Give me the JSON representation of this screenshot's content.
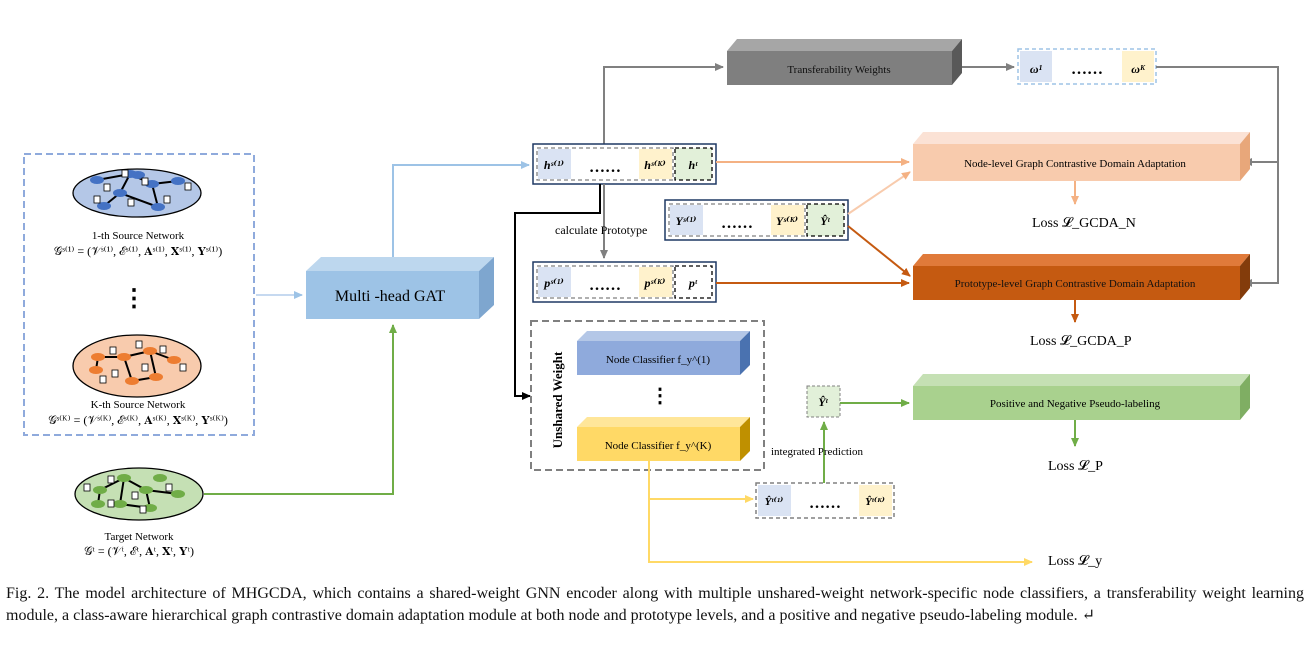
{
  "source_networks": {
    "first_label": "1-th Source Network",
    "first_formula": "𝒢ˢ⁽¹⁾ = (𝒱ˢ⁽¹⁾, ℰˢ⁽¹⁾, 𝐀ˢ⁽¹⁾, 𝐗ˢ⁽¹⁾, 𝐘ˢ⁽¹⁾)",
    "ellipsis": "⋮",
    "kth_label": "K-th Source Network",
    "kth_formula": "𝒢ˢ⁽ᴷ⁾ = (𝒱ˢ⁽ᴷ⁾, ℰˢ⁽ᴷ⁾, 𝐀ˢ⁽ᴷ⁾, 𝐗ˢ⁽ᴷ⁾, 𝐘ˢ⁽ᴷ⁾)"
  },
  "target_network": {
    "label": "Target Network",
    "formula": "𝒢ᵗ = (𝒱ᵗ, ℰᵗ, 𝐀ᵗ, 𝐗ᵗ, 𝐘ᵗ)"
  },
  "gat": {
    "label": "Multi -head GAT"
  },
  "transferability": {
    "label": "Transferability Weights",
    "w_first": "ω¹",
    "dots": "……",
    "w_last": "ωᴷ"
  },
  "h_row": {
    "first": "hˢ⁽¹⁾",
    "dots": "……",
    "kth": "hˢ⁽ᴷ⁾",
    "target": "hᵗ"
  },
  "calc_prototype": "calculate Prototype",
  "y_row": {
    "first": "Yˢ⁽¹⁾",
    "dots": "……",
    "kth": "Yˢ⁽ᴷ⁾",
    "target": "Ŷᵗ"
  },
  "p_row": {
    "first": "pˢ⁽¹⁾",
    "dots": "……",
    "kth": "pˢ⁽ᴷ⁾",
    "target": "pᵗ"
  },
  "node_gcda": {
    "label": "Node-level Graph Contrastive Domain Adaptation",
    "loss": "Loss 𝓛_GCDA_N"
  },
  "proto_gcda": {
    "label": "Prototype-level Graph Contrastive Domain Adaptation",
    "loss": "Loss 𝓛_GCDA_P"
  },
  "classifiers": {
    "group_label": "Unshared Weight",
    "first": "Node Classifier f_y^(1)",
    "dots": "⋮",
    "last": "Node Classifier f_y^(K)"
  },
  "integrated": {
    "y_hat": "Ŷᵗ",
    "label": "integrated Prediction",
    "first": "Ŷᵗ⁽¹⁾",
    "dots": "……",
    "last": "Ŷᵗ⁽ᴷ⁾"
  },
  "pseudo": {
    "label": "Positive and Negative Pseudo-labeling",
    "loss": "Loss 𝓛_P"
  },
  "loss_y": "Loss 𝓛_y",
  "caption": "Fig. 2. The model architecture of MHGCDA, which contains a shared-weight GNN encoder along with multiple unshared-weight network-specific node classifiers, a transferability weight learning module, a class-aware hierarchical graph contrastive domain adaptation module at both node and prototype levels, and a positive and negative pseudo-labeling module. ↵",
  "colors": {
    "blue_box": "#a9c7e8",
    "grey_box": "#7f7f7f",
    "peach_box": "#f6c8aa",
    "orange_box": "#c55a11",
    "green_box": "#a9d18e",
    "classifier_blue": "#8faadc",
    "classifier_yellow": "#ffd966"
  }
}
